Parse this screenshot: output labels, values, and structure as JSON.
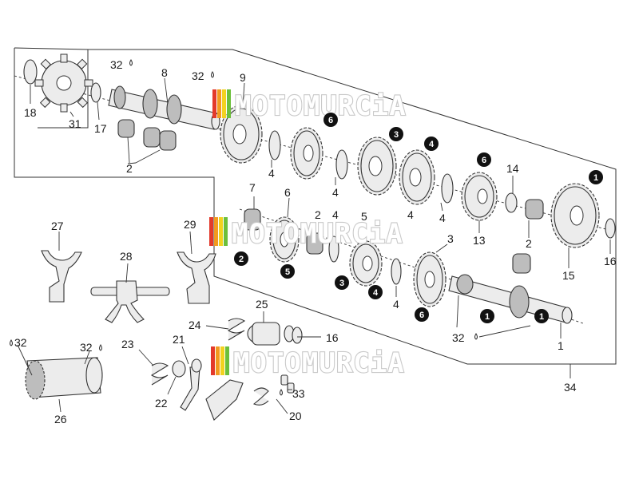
{
  "diagram": {
    "part_labels": {
      "p1": "1",
      "p2a": "2",
      "p2b": "2",
      "p2c": "2",
      "p3": "3",
      "p4a": "4",
      "p4b": "4",
      "p4c": "4",
      "p4d": "4",
      "p4e": "4",
      "p4f": "4",
      "p5": "5",
      "p6": "6",
      "p7": "7",
      "p8": "8",
      "p9": "9",
      "p13": "13",
      "p14": "14",
      "p15": "15",
      "p16a": "16",
      "p16b": "16",
      "p17": "17",
      "p18": "18",
      "p20": "20",
      "p21": "21",
      "p22": "22",
      "p23": "23",
      "p24": "24",
      "p25": "25",
      "p26": "26",
      "p27": "27",
      "p28": "28",
      "p29": "29",
      "p31": "31",
      "p32a": "32",
      "p32b": "32",
      "p32c": "32",
      "p32d": "32",
      "p32e": "32",
      "p33": "33",
      "p34": "34"
    },
    "gear_markers": {
      "m1a": "1",
      "m1b": "1",
      "m1c": "1",
      "m2": "2",
      "m3a": "3",
      "m3b": "3",
      "m4a": "4",
      "m4b": "4",
      "m5": "5",
      "m6a": "6",
      "m6b": "6",
      "m6c": "6"
    },
    "watermark": "MOTOMURCiA",
    "colors": {
      "marker": "#111111",
      "stripe_red": "#e33a2b",
      "stripe_orange": "#f29a1f",
      "stripe_yellow": "#f2d21f",
      "stripe_green": "#6cbf3b",
      "line": "#333333"
    }
  }
}
